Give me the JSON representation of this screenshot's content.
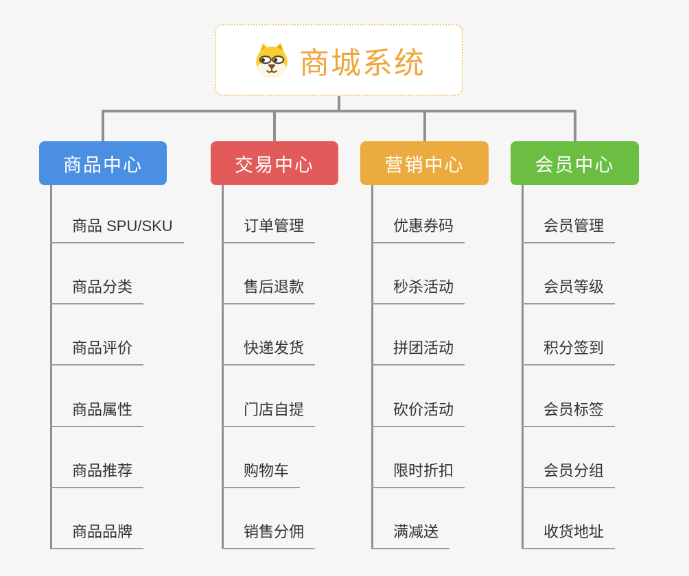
{
  "page": {
    "background_color": "#f5f6f5",
    "connector_color": "#909090",
    "leaf_underline_color": "#9c9c9c",
    "leaf_text_color": "#333333"
  },
  "root": {
    "title": "商城系统",
    "title_color": "#f0a63e",
    "border_color": "#f3c476",
    "icon": "dog-face-icon"
  },
  "branches": [
    {
      "label": "商品中心",
      "color": "#4a8fe2",
      "items": [
        "商品 SPU/SKU",
        "商品分类",
        "商品评价",
        "商品属性",
        "商品推荐",
        "商品品牌"
      ]
    },
    {
      "label": "交易中心",
      "color": "#e25a5a",
      "items": [
        "订单管理",
        "售后退款",
        "快递发货",
        "门店自提",
        "购物车",
        "销售分佣"
      ]
    },
    {
      "label": "营销中心",
      "color": "#ecab3f",
      "items": [
        "优惠券码",
        "秒杀活动",
        "拼团活动",
        "砍价活动",
        "限时折扣",
        "满减送"
      ]
    },
    {
      "label": "会员中心",
      "color": "#6cbe43",
      "items": [
        "会员管理",
        "会员等级",
        "积分签到",
        "会员标签",
        "会员分组",
        "收货地址"
      ]
    }
  ]
}
